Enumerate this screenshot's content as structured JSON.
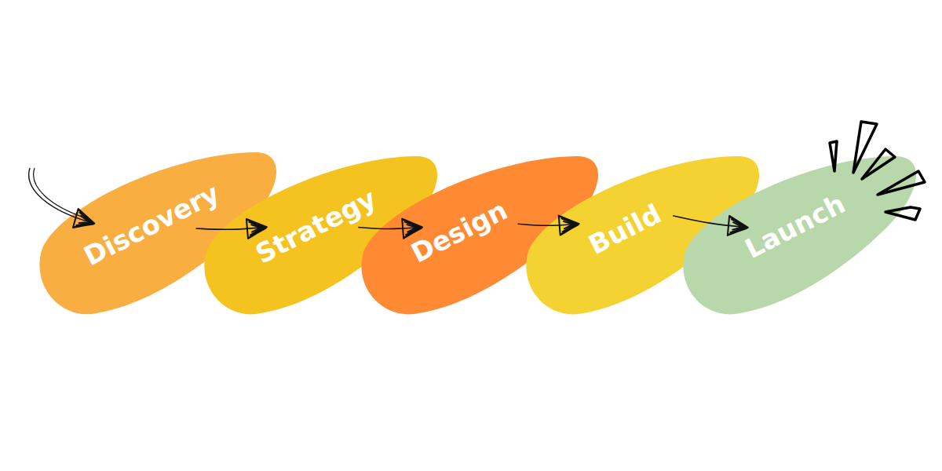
{
  "diagram": {
    "nodes": [
      {
        "text": [
          "Discovery"
        ]
      },
      {
        "text": [
          "Strategy"
        ]
      },
      {
        "text": [
          "Design"
        ]
      },
      {
        "text": [
          "Build"
        ]
      },
      {
        "text": [
          "Launch"
        ]
      }
    ],
    "edges": [
      {
        "from": 0,
        "to": 1,
        "arrow": "to"
      },
      {
        "from": 1,
        "to": 2,
        "arrow": "to"
      },
      {
        "from": 2,
        "to": 3,
        "arrow": "to"
      },
      {
        "from": 3,
        "to": 4,
        "arrow": "to"
      }
    ]
  }
}
